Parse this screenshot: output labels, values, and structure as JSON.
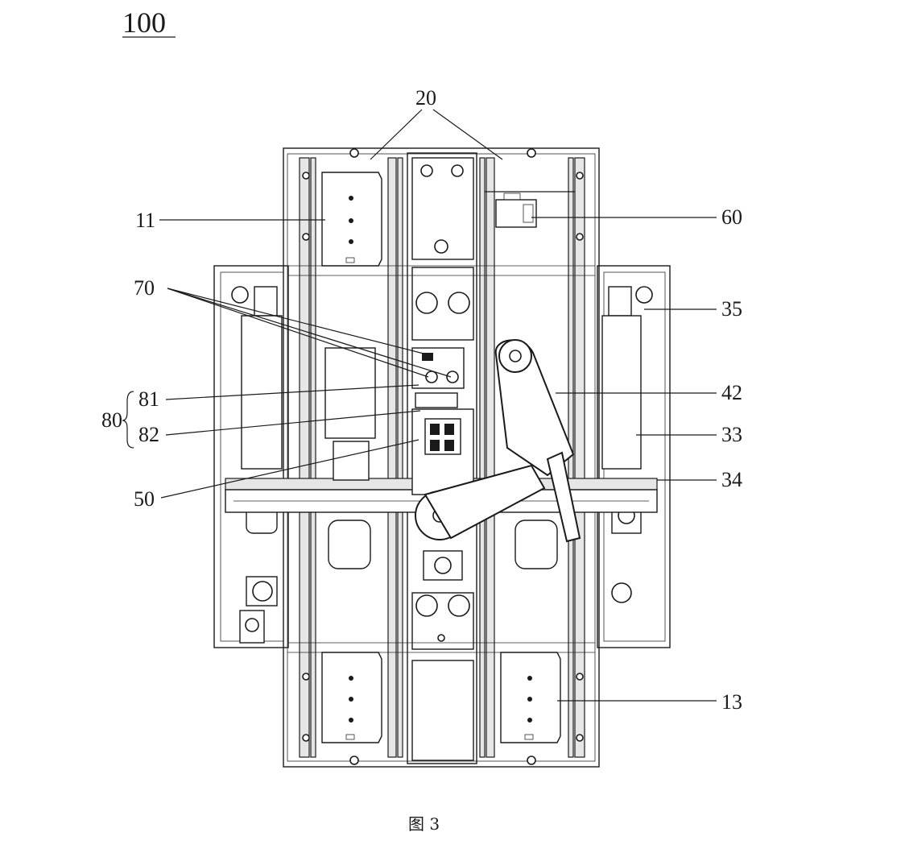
{
  "figure_number": "100",
  "caption": "图 3",
  "reference_labels": {
    "l20": "20",
    "l11": "11",
    "l60": "60",
    "l70": "70",
    "l35": "35",
    "l81": "81",
    "l42": "42",
    "l80": "80",
    "l82": "82",
    "l33": "33",
    "l50": "50",
    "l34": "34",
    "l13": "13"
  }
}
